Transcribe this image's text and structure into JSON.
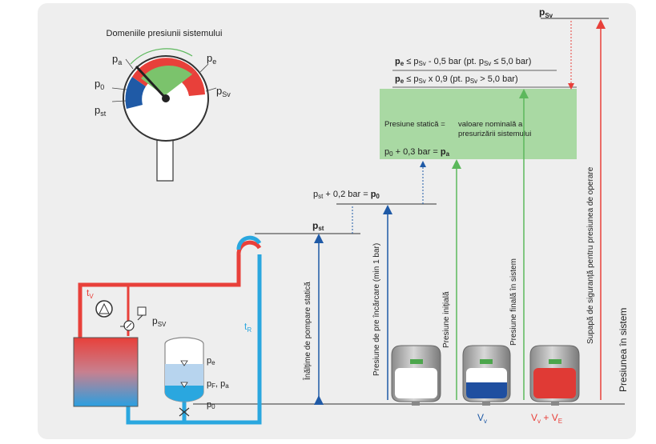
{
  "gauge": {
    "title": "Domeniile presiunii sistemului",
    "p_a": "p",
    "p_a_sub": "a",
    "p_e": "p",
    "p_e_sub": "e",
    "p_0": "p",
    "p_0_sub": "0",
    "p_sv": "p",
    "p_sv_sub": "Sv",
    "p_st": "p",
    "p_st_sub": "st"
  },
  "right": {
    "p_sv_top": "p",
    "p_sv_top_sub": "Sv",
    "cond1_a": "p",
    "cond1_a_sub": "e",
    "cond1_b": " ≤ p",
    "cond1_b_sub": "Sv",
    "cond1_c": " - 0,5 bar (pt. p",
    "cond1_c_sub": "Sv",
    "cond1_d": " ≤ 5,0 bar)",
    "cond2_a": "p",
    "cond2_a_sub": "e",
    "cond2_b": " ≤ p",
    "cond2_b_sub": "Sv",
    "cond2_c": " x 0,9 (pt. p",
    "cond2_c_sub": "Sv",
    "cond2_d": " > 5,0 bar)",
    "static_label": "Presiune statică  =",
    "static_value_1": "valoare nominală a",
    "static_value_2": "presurizării sistemului",
    "pa_formula_a": "p",
    "pa_formula_a_sub": "0",
    "pa_formula_b": " + 0,3 bar = ",
    "pa_formula_c": "p",
    "pa_formula_c_sub": "a",
    "p0_formula_a": "p",
    "p0_formula_a_sub": "st",
    "p0_formula_b": " + 0,2 bar = ",
    "p0_formula_c": "p",
    "p0_formula_c_sub": "0",
    "pst_label": "p",
    "pst_label_sub": "st"
  },
  "vertical_labels": {
    "static_pump_height": "Înălțime de pompare statică",
    "precharge_pressure": "Presiune de pre încărcare (min 1 bar)",
    "initial_pressure": "Presiune inițială",
    "final_pressure": "Presiune finală în sistem",
    "safety_valve": "Supapă de siguranță pentru presiunea de operare",
    "system_pressure": "Presiunea în sistem"
  },
  "system": {
    "tv": "t",
    "tv_sub": "V",
    "tr": "t",
    "tr_sub": "R",
    "psv": "p",
    "psv_sub": "SV",
    "pe": "p",
    "pe_sub": "e",
    "pf_pa": "p",
    "pf_pa_sub1": "F",
    "pf_pa_mid": ", p",
    "pf_pa_sub2": "a",
    "p0": "p",
    "p0_sub": "0"
  },
  "vessels": {
    "vv": "V",
    "vv_sub": "v",
    "vve_a": "V",
    "vve_a_sub": "v",
    "vve_b": " + V",
    "vve_b_sub": "E"
  },
  "colors": {
    "red": "#e8403a",
    "blue": "#2aa7df",
    "dark_blue": "#1f5aa6",
    "green_box": "#a9d9a3",
    "green_line": "#5cb85c",
    "panel": "#eeeeee"
  }
}
